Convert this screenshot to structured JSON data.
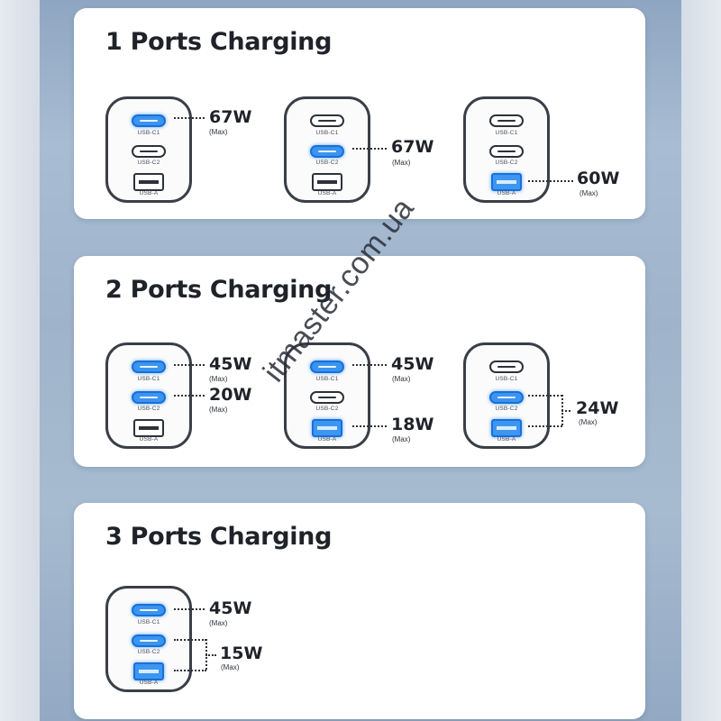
{
  "ports": {
    "c1": "USB-C1",
    "c2": "USB-C2",
    "a": "USB-A"
  },
  "max_note": "(Max)",
  "sections": [
    {
      "title": "1 Ports Charging",
      "watts": [
        "67W",
        "67W",
        "60W"
      ]
    },
    {
      "title": "2 Ports Charging",
      "watts": [
        "45W",
        "20W",
        "45W",
        "18W",
        "24W"
      ]
    },
    {
      "title": "3 Ports Charging",
      "watts": [
        "45W",
        "15W"
      ]
    }
  ],
  "watermark": "itmaster.com.ua",
  "colors": {
    "active_port": "#3a94f0",
    "panel": "#ffffff",
    "text": "#1f2228"
  }
}
